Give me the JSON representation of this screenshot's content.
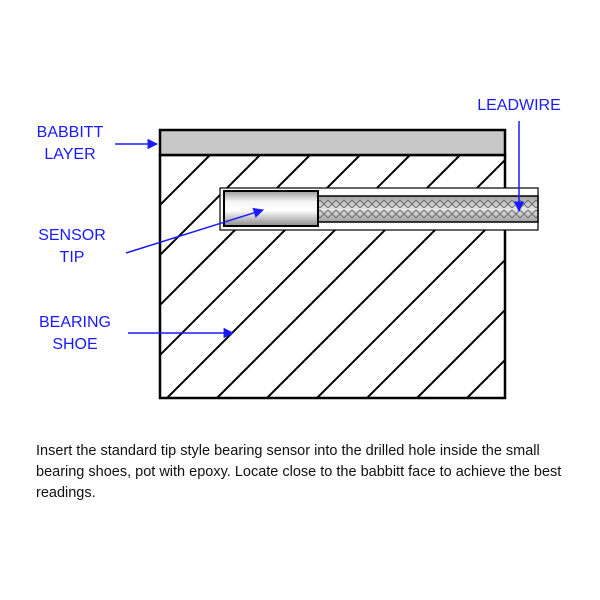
{
  "labels": {
    "babbitt_line1": "BABBITT",
    "babbitt_line2": "LAYER",
    "leadwire": "LEADWIRE",
    "sensor_line1": "SENSOR",
    "sensor_line2": "TIP",
    "bearing_line1": "BEARING",
    "bearing_line2": "SHOE"
  },
  "colors": {
    "label_text": "#1a1aff",
    "arrow": "#1a1aff",
    "outline": "#000000",
    "babbitt_fill": "#c8c8c8"
  },
  "caption": "Insert the standard tip style bearing sensor into the drilled hole inside the small bearing shoes, pot with epoxy. Locate close to the babbitt face to achieve the best readings."
}
